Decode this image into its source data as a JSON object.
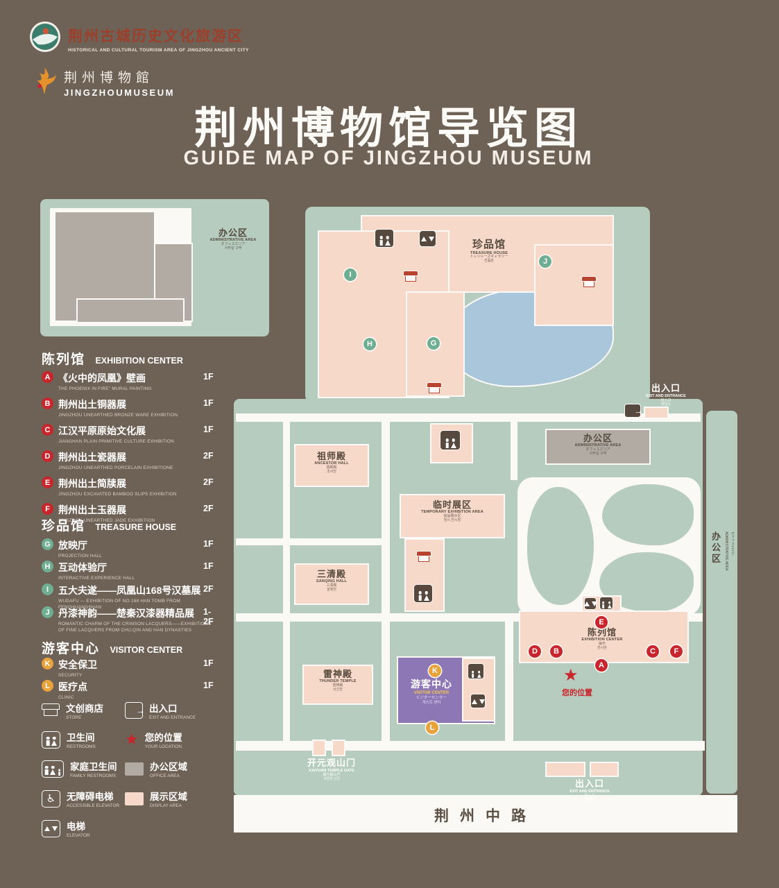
{
  "colors": {
    "background": "#6e6156",
    "grounds_green": "#b6ccbe",
    "display_pink": "#f7d9c9",
    "office_gray": "#b2aba3",
    "pond_blue": "#a9c6da",
    "visitor_purple": "#8e77b5",
    "marker_red": "#c9252c",
    "marker_green": "#6fae92",
    "marker_yellow": "#e8a33d"
  },
  "header": {
    "tourism_logo_cn": "荆州古城历史文化旅游区",
    "tourism_logo_en": "HISTORICAL AND CULTURAL TOURISM AREA OF JINGZHOU ANCIENT CITY",
    "museum_logo_cn": "荆州博物館",
    "museum_logo_en": "JINGZHOUMUSEUM",
    "title_cn": "荆州博物馆导览图",
    "title_en": "GUIDE MAP OF JINGZHOU MUSEUM"
  },
  "legend": {
    "sections": [
      {
        "title_cn": "陈列馆",
        "title_en": "EXHIBITION CENTER",
        "items": [
          {
            "code": "A",
            "cn": "《火中的凤凰》壁画",
            "en": "THE PHOENIX IN FIRE\" MURAL PAINTING",
            "floor": "1F"
          },
          {
            "code": "B",
            "cn": "荆州出土铜器展",
            "en": "JINGZHOU UNEARTHED BRONZE WARE EXHIBITION",
            "floor": "1F"
          },
          {
            "code": "C",
            "cn": "江汉平原原始文化展",
            "en": "JIANGHAN PLAIN PRIMITIVE CULTURE EXHIBITION",
            "floor": "1F"
          },
          {
            "code": "D",
            "cn": "荆州出土瓷器展",
            "en": "JINGZHOU UNEARTHED PORCELAIN EXHIBITIONE",
            "floor": "2F"
          },
          {
            "code": "E",
            "cn": "荆州出土简牍展",
            "en": "JINGZHOU EXCAVATED BAMBOO SLIPS EXHIBITION",
            "floor": "2F"
          },
          {
            "code": "F",
            "cn": "荆州出土玉器展",
            "en": "JINGZHOU UNEARTHED JADE EXHIBITION",
            "floor": "2F"
          }
        ]
      },
      {
        "title_cn": "珍品馆",
        "title_en": "TREASURE HOUSE",
        "items": [
          {
            "code": "G",
            "cn": "放映厅",
            "en": "PROJECTION HALL",
            "floor": "1F"
          },
          {
            "code": "H",
            "cn": "互动体验厅",
            "en": "INTERACTIVE EXPERIENCE HALL",
            "floor": "1F"
          },
          {
            "code": "I",
            "cn": "五大夫遂——凤凰山168号汉墓展",
            "en": "WUDAFU — EXHIBITION OF NO.168 HAN TOMB FROM FENGHUANGSHAN",
            "floor": "2F"
          },
          {
            "code": "J",
            "cn": "丹漆神韵——楚秦汉漆器精品展",
            "en": "ROMANTIC CHARM OF THE CRIMSON LACQUERS——EXHIBITIONS OF FINE LACQUERS FROM CHU,QIN AND HAN DYNASTIES",
            "floor": "1-2F"
          }
        ]
      },
      {
        "title_cn": "游客中心",
        "title_en": "VISITOR CENTER",
        "items": [
          {
            "code": "K",
            "cn": "安全保卫",
            "en": "SECURITY",
            "floor": "1F"
          },
          {
            "code": "L",
            "cn": "医疗点",
            "en": "CLINIC",
            "floor": "1F"
          }
        ]
      }
    ],
    "symbols": {
      "store": {
        "cn": "文创商店",
        "en": "STORE"
      },
      "exit": {
        "cn": "出入口",
        "en": "EXIT AND ENTRANCE"
      },
      "restroom": {
        "cn": "卫生间",
        "en": "RESTROOMS"
      },
      "location": {
        "cn": "您的位置",
        "en": "YOUR LOCATION"
      },
      "family_restroom": {
        "cn": "家庭卫生间",
        "en": "FAMILY RESTROOMS"
      },
      "office": {
        "cn": "办公区域",
        "en": "OFFICE AREA"
      },
      "accessible_elevator": {
        "cn": "无障碍电梯",
        "en": "ACCESSIBLE ELEVATOR"
      },
      "display": {
        "cn": "展示区域",
        "en": "DISPLAY AREA"
      },
      "elevator": {
        "cn": "电梯",
        "en": "ELEVATOR"
      }
    }
  },
  "map": {
    "labels": {
      "admin_nw": {
        "cn": "办公区",
        "en": "ADMINISTRATIVE AREA",
        "jp": "オフィスエリア",
        "kr": "사무실 구역"
      },
      "treasure_house": {
        "cn": "珍品馆",
        "en": "TREASURE HOUSE",
        "jp": "トレジャーズギャラリー",
        "kr": "진품관"
      },
      "exit_east": {
        "cn": "出入口",
        "en": "EXIT AND ENTRANCE",
        "jp": "出入口",
        "kr": "출입구"
      },
      "admin_mid": {
        "cn": "办公区",
        "en": "ADMINISTRATIVE AREA",
        "jp": "オフィスエリア",
        "kr": "사무실 구역"
      },
      "admin_east": {
        "cn": "办公区",
        "en": "ADMINISTRATIVE AREA",
        "jp": "オフィスエリア"
      },
      "ancestor_hall": {
        "cn": "祖师殿",
        "en": "ANCESTOR HALL",
        "jp": "祖師殿",
        "kr": "조사전"
      },
      "temporary_area": {
        "cn": "临时展区",
        "en": "TEMPORARY EXHIBITION AREA",
        "jp": "仮設展示区",
        "kr": "임시 전시장"
      },
      "sanqing_hall": {
        "cn": "三清殿",
        "en": "SANQING HALL",
        "jp": "三清殿",
        "kr": "삼청전"
      },
      "thunder_temple": {
        "cn": "雷神殿",
        "en": "THUNDER TEMPLE",
        "jp": "雷神殿",
        "kr": "뇌신전"
      },
      "visitor_center": {
        "cn": "游客中心",
        "en": "VISITOR CENTER",
        "jp": "ビジターセンター",
        "kr": "게스트 센터"
      },
      "exhibition_center": {
        "cn": "陈列馆",
        "en": "EXHIBITION CENTER",
        "jp": "展示",
        "kr": "전시관"
      },
      "your_location": {
        "cn": "您的位置"
      },
      "gate": {
        "cn": "开元观山门",
        "en": "KAIYUAN TEMPLE GATE",
        "jp": "開元観山門",
        "kr": "개원관 산문"
      },
      "exit_south": {
        "cn": "出入口",
        "en": "EXIT AND ENTRANCE",
        "jp": "出入口",
        "kr": "출입구"
      },
      "road": {
        "cn": "荆州中路"
      }
    },
    "markers": {
      "A": "A",
      "B": "B",
      "C": "C",
      "D": "D",
      "E": "E",
      "F": "F",
      "G": "G",
      "H": "H",
      "I": "I",
      "J": "J",
      "K": "K",
      "L": "L"
    }
  }
}
